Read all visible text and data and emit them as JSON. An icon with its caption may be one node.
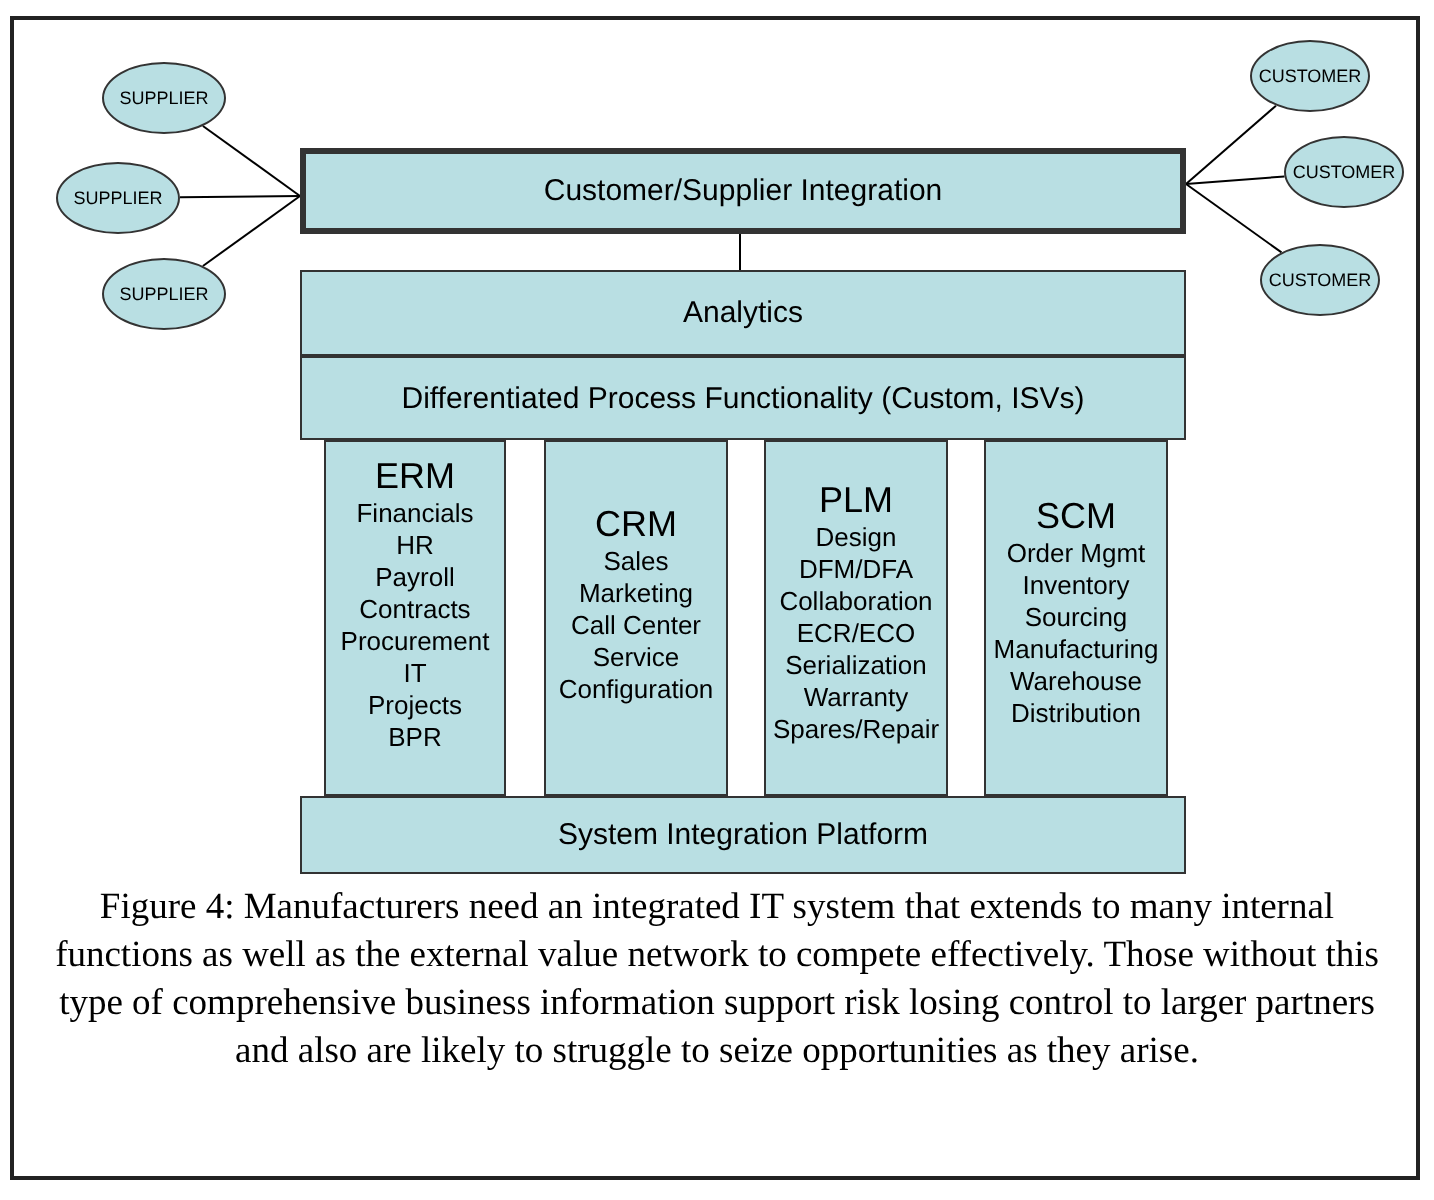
{
  "diagram": {
    "caption": "Figure 4: Manufacturers need an integrated IT system that extends to many internal functions as well as the external value network to compete effectively.  Those without this type of comprehensive business information support risk losing control to larger partners and also are likely to struggle to seize opportunities as they arise.",
    "nodes": [
      {
        "text": [
          "SUPPLIER"
        ]
      },
      {
        "text": [
          "SUPPLIER"
        ]
      },
      {
        "text": [
          "SUPPLIER"
        ]
      },
      {
        "text": [
          "Customer/Supplier Integration"
        ]
      },
      {
        "text": [
          "CUSTOMER"
        ]
      },
      {
        "text": [
          "CUSTOMER"
        ]
      },
      {
        "text": [
          "CUSTOMER"
        ]
      },
      {
        "text": [
          "Analytics"
        ]
      },
      {
        "text": [
          "Differentiated Process Functionality (Custom, ISVs)"
        ]
      },
      {
        "text": [
          "ERM",
          "Financials",
          "HR",
          "Payroll",
          "Contracts",
          "Procurement",
          "IT",
          "Projects",
          "BPR"
        ]
      },
      {
        "text": [
          "CRM",
          "Sales",
          "Marketing",
          "Call Center",
          "Service",
          "Configuration"
        ]
      },
      {
        "text": [
          "PLM",
          "Design",
          "DFM/DFA",
          "Collaboration",
          "ECR/ECO",
          "Serialization",
          "Warranty",
          "Spares/Repair"
        ]
      },
      {
        "text": [
          "SCM",
          "Order Mgmt",
          "Inventory",
          "Sourcing",
          "Manufacturing",
          "Warehouse",
          "Distribution"
        ]
      },
      {
        "text": [
          "System Integration Platform"
        ]
      }
    ],
    "edges": [
      {
        "from": 0,
        "to": 3,
        "arrow": "none"
      },
      {
        "from": 1,
        "to": 3,
        "arrow": "none"
      },
      {
        "from": 2,
        "to": 3,
        "arrow": "none"
      },
      {
        "from": 3,
        "to": 4,
        "arrow": "none"
      },
      {
        "from": 3,
        "to": 5,
        "arrow": "none"
      },
      {
        "from": 3,
        "to": 6,
        "arrow": "none"
      },
      {
        "from": 3,
        "to": 7,
        "arrow": "none"
      }
    ]
  }
}
